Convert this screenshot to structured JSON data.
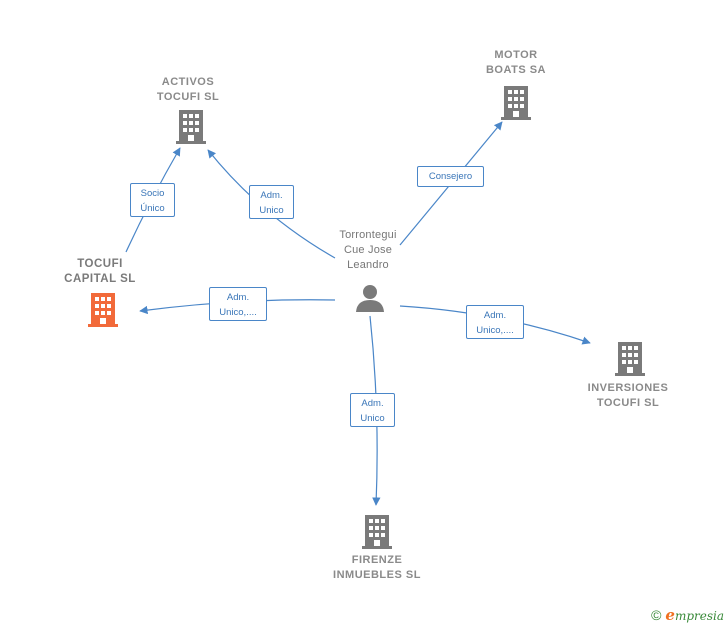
{
  "nodes": {
    "person": {
      "label": "Torrontegui\nCue Jose\nLeandro",
      "icon": "person-icon"
    },
    "activos": {
      "label": "ACTIVOS\nTOCUFI  SL",
      "icon": "building-icon"
    },
    "motor": {
      "label": "MOTOR\nBOATS SA",
      "icon": "building-icon"
    },
    "tocufi_capital": {
      "label": "TOCUFI\nCAPITAL  SL",
      "icon": "building-icon",
      "color": "#f26a3a"
    },
    "inversiones": {
      "label": "INVERSIONES\nTOCUFI  SL",
      "icon": "building-icon"
    },
    "firenze": {
      "label": "FIRENZE\nINMUEBLES SL",
      "icon": "building-icon"
    }
  },
  "edges": {
    "socio_unico": "Socio\nÚnico",
    "adm_activos": "Adm.\nUnico",
    "consejero": "Consejero",
    "adm_tocufi": "Adm.\nUnico,....",
    "adm_inversiones": "Adm.\nUnico,....",
    "adm_firenze": "Adm.\nUnico"
  },
  "colors": {
    "edge": "#4a86c8",
    "building": "#7a7a7a",
    "focus": "#f26a3a"
  },
  "footer": {
    "copyright": "©",
    "brand_initial": "e",
    "brand_rest": "mpresia"
  }
}
